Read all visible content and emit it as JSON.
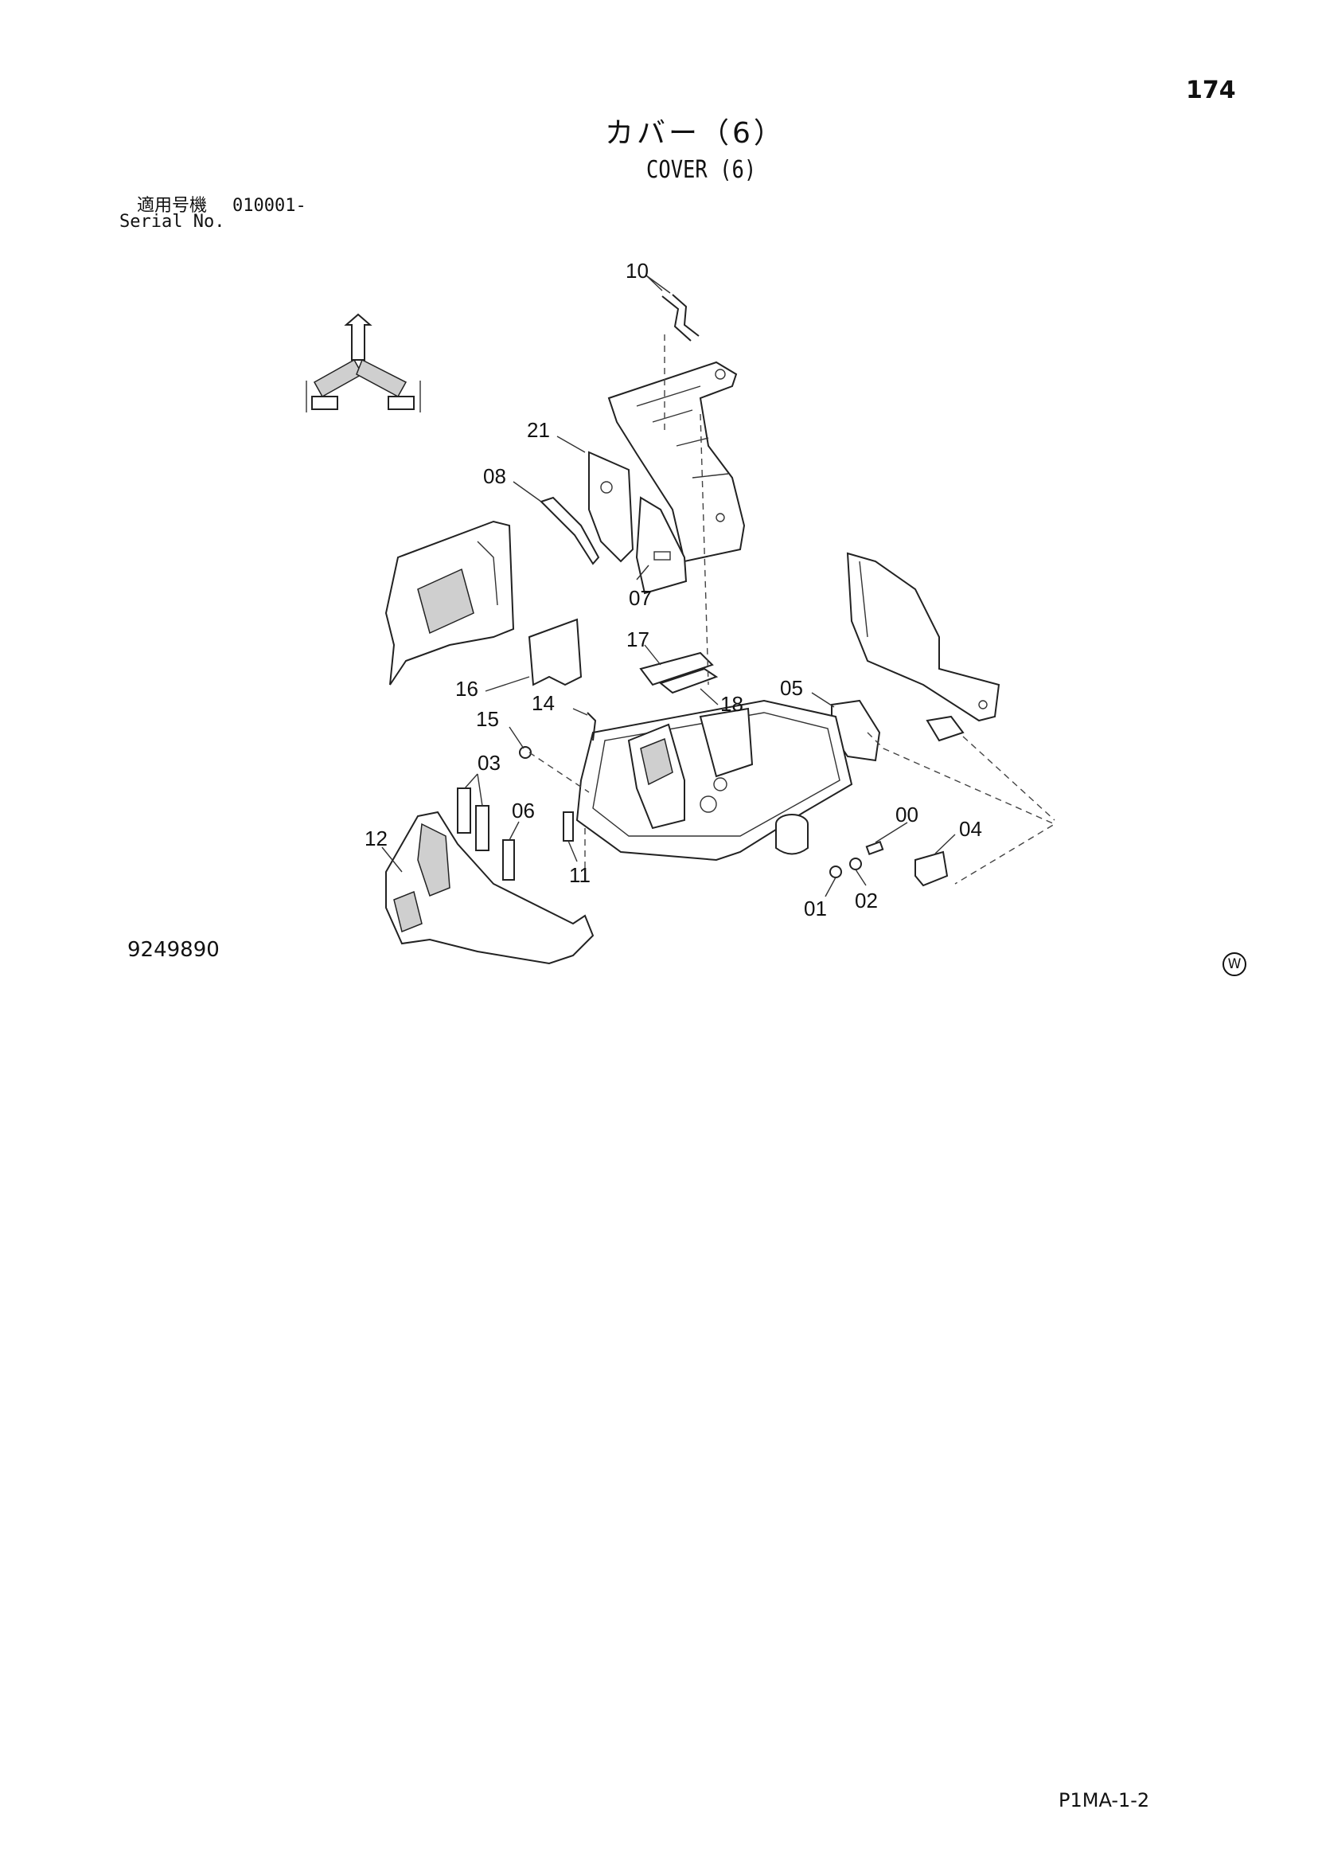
{
  "header": {
    "page_number": "174",
    "title_jp": "カバー（6）",
    "title_en": "COVER (6)"
  },
  "serial": {
    "label_jp": "適用号機",
    "value": "010001-",
    "label_en": "Serial No."
  },
  "drawing_number": "9249890",
  "w_mark": "W",
  "footer": {
    "code": "P1MA-1-2"
  },
  "callouts": [
    "10",
    "21",
    "08",
    "07",
    "17",
    "18",
    "16",
    "14",
    "15",
    "05",
    "03",
    "06",
    "12",
    "11",
    "00",
    "04",
    "01",
    "02"
  ]
}
